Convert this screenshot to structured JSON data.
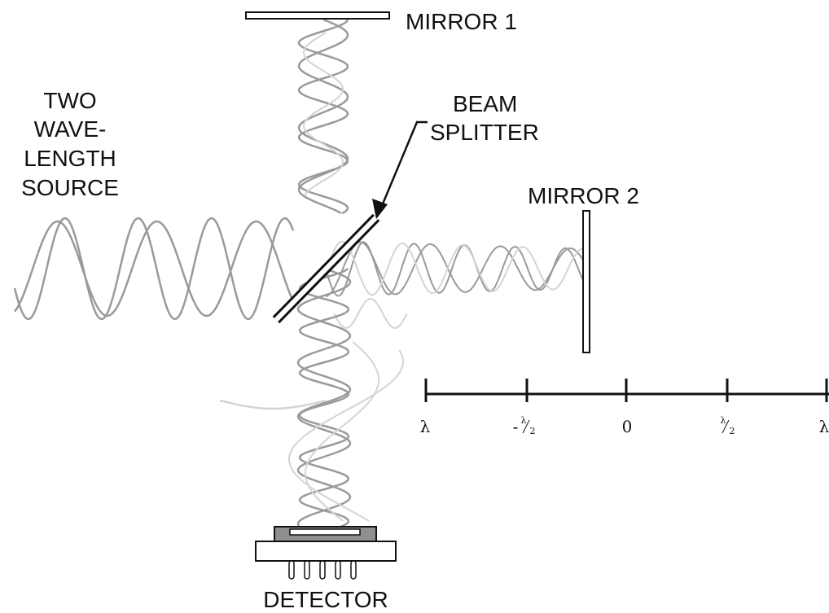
{
  "labels": {
    "mirror1": "MIRROR 1",
    "mirror2": "MIRROR 2",
    "beam_splitter_line1": "BEAM",
    "beam_splitter_line2": "SPLITTER",
    "source_line1": "TWO",
    "source_line2": "WAVE-",
    "source_line3": "LENGTH",
    "source_line4": "SOURCE",
    "detector": "DETECTOR"
  },
  "scale": {
    "ticks": [
      {
        "text": "λ"
      },
      {
        "prefix": "-",
        "num": "λ",
        "den": "2"
      },
      {
        "text": "0"
      },
      {
        "num": "λ",
        "den": "2"
      },
      {
        "text": "λ"
      }
    ]
  },
  "colors": {
    "line": "#111111",
    "wave_dark": "#9a9a9a",
    "wave_light": "#d4d4d4",
    "detector_top": "#8f8f8f"
  }
}
